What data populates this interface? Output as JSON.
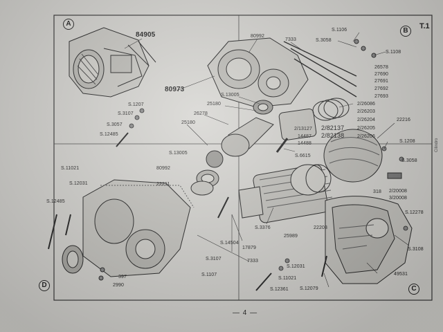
{
  "sheet": {
    "plate_id": "T.1",
    "page_number": "4",
    "side_note": "Cilindro"
  },
  "quadrants": {
    "a": "A",
    "b": "B",
    "c": "C",
    "d": "D"
  },
  "part_numbers": {
    "p84905": "84905",
    "p80973": "80973",
    "p80992_top": "80992",
    "p7333_top": "7333",
    "s1106": "S.1106",
    "s3058_top": "S.3058",
    "s1108": "S.1108",
    "p26578": "26578",
    "p27690": "27690",
    "p27691": "27691",
    "p27692": "27692",
    "p27693": "27693",
    "s13005_top": "S.13005",
    "p25180_a": "25180",
    "p26278": "26278",
    "p25180_b": "25180",
    "s1207": "S.1207",
    "s3107_top": "S.3107",
    "s3057": "S.3057",
    "s12485_top": "S.12485",
    "p26086": "2/26086",
    "p26203": "2/26203",
    "p26204": "2/26204",
    "p26205": "2/26205",
    "p26206": "2/26206",
    "p13127": "2/13127",
    "p14487": "14487",
    "p14488": "14488",
    "p82137": "2/82137",
    "p82138": "2/82138",
    "s6615": "S.6615",
    "p22216": "22216",
    "s1208": "S.1208",
    "s3058_right": "S.3058",
    "p318": "318",
    "p20008": "2/20008",
    "p20009": "3/20008",
    "s13005_left": "S.13005",
    "p80992_left": "80992",
    "p22211": "22211",
    "s11021_left": "S.11021",
    "s12031_left": "S.12031",
    "s12485_left": "S.12485",
    "s3376": "S.3376",
    "p25989": "25989",
    "p22203": "22203",
    "s12278": "S.12278",
    "s3108": "S.3108",
    "s14504": "S.14504",
    "p17879": "17879",
    "p7333_bottom": "7333",
    "s3107_bottom": "S.3107",
    "s1107": "S.1107",
    "p397": "397",
    "p2990": "2990",
    "s12031_bottom": "S.12031",
    "s11021_bottom": "S.11021",
    "s12361": "S.12361",
    "s12079": "S.12079",
    "p49531": "49531"
  }
}
